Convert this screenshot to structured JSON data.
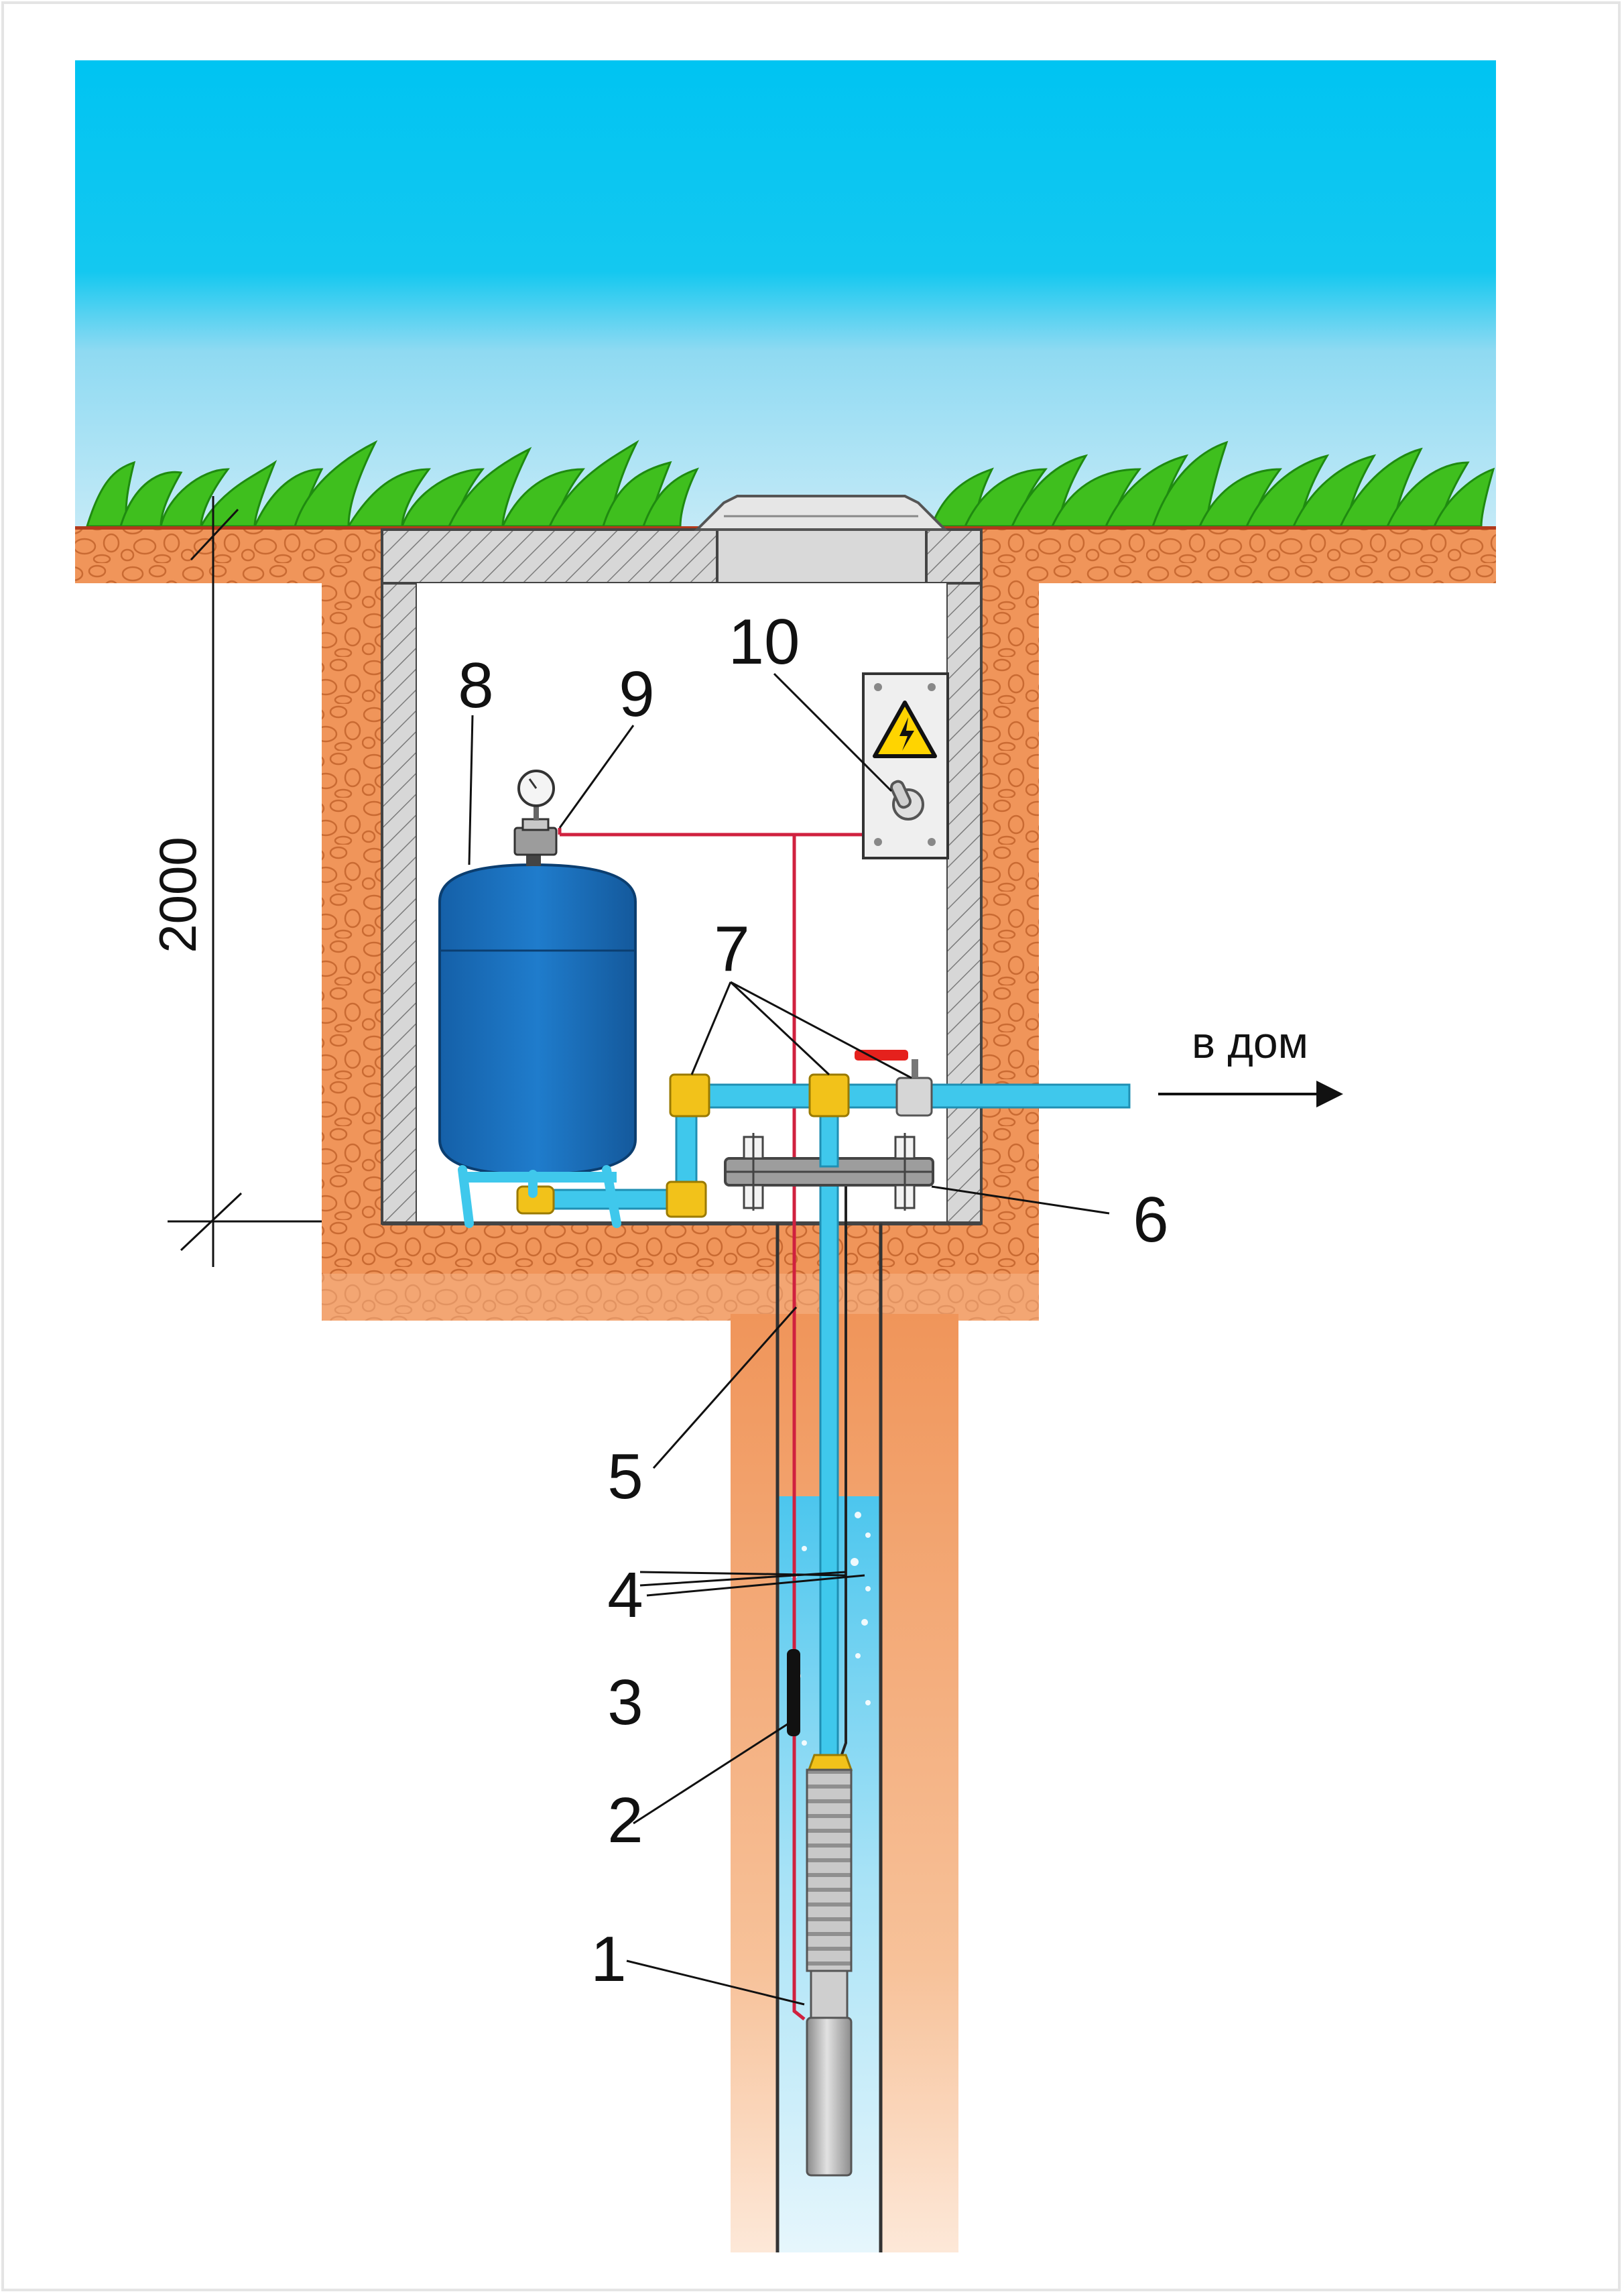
{
  "labels": {
    "n1": "1",
    "n2": "2",
    "n3": "3",
    "n4": "4",
    "n5": "5",
    "n6": "6",
    "n7": "7",
    "n8": "8",
    "n9": "9",
    "n10": "10"
  },
  "dimension": "2000",
  "outlet_label": "в дом",
  "colors": {
    "sky_top": "#00c4f2",
    "sky_bottom": "#c4eaf7",
    "grass": "#3fbf1e",
    "soil": "#f0955a",
    "soil_light": "#fbd8b8",
    "concrete": "#d8d8d8",
    "pipe": "#3fc8ec",
    "tank": "#1a73bf",
    "fitting": "#f2c21a",
    "cable": "#d0213f",
    "water": "#62cbee"
  },
  "icons": {
    "warning": "high-voltage-warning-icon",
    "switch": "toggle-switch-icon",
    "gauge": "pressure-gauge-icon",
    "arrow": "arrow-right-icon"
  }
}
